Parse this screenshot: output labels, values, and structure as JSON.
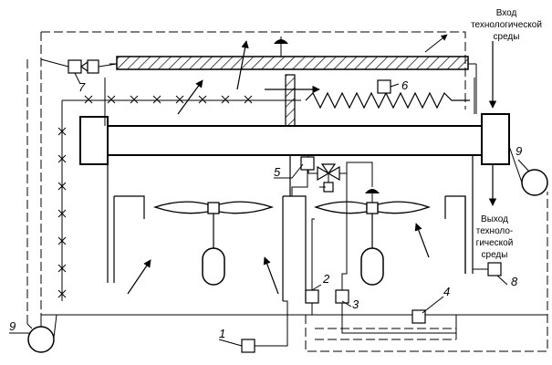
{
  "diagram": {
    "inlet_label": [
      "Вход",
      "технологической",
      "среды"
    ],
    "outlet_label": [
      "Выход",
      "техноло-",
      "гической",
      "среды"
    ],
    "callouts": {
      "c1": "1",
      "c2": "2",
      "c3": "3",
      "c4": "4",
      "c5": "5",
      "c6": "6",
      "c7": "7",
      "c8": "8",
      "c9_right": "9",
      "c9_left": "9"
    },
    "colors": {
      "ink": "#000000",
      "paper": "#ffffff"
    }
  }
}
